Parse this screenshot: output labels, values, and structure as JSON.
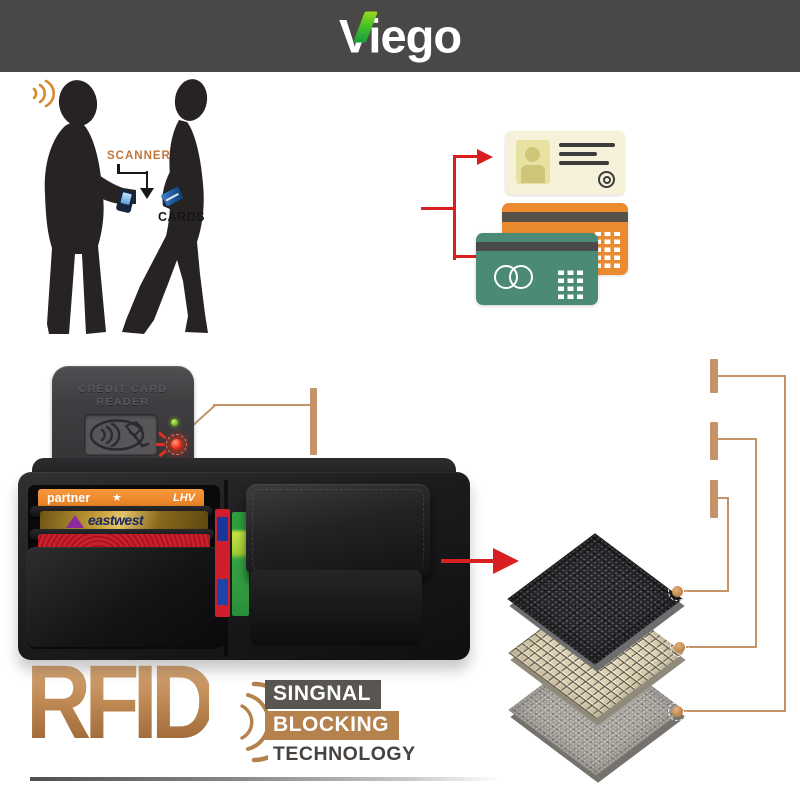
{
  "header": {
    "logo_text": "Viego",
    "bg_color": "#4a4747",
    "logo_green": "#47c228"
  },
  "scanner_scene": {
    "scanner_label": "SCANNER",
    "cards_label": "CARDS",
    "label_color": "#c1763c"
  },
  "reader": {
    "label_line1": "CREDIT CARD",
    "label_line2": "READER",
    "led_green": "#68b31c",
    "led_red": "#f03018"
  },
  "wallet": {
    "card_orange": {
      "name": "partner",
      "star": "★",
      "issuer": "LHV",
      "color": "#ec8a30"
    },
    "card_gold": {
      "name": "eastwest",
      "color": "#c7a13b"
    },
    "card_red": {
      "color": "#c9202c"
    }
  },
  "rfid_branding": {
    "title": "RFID",
    "tag1": "SINGNAL",
    "tag2": "BLOCKING",
    "tag3": "TECHNOLOGY",
    "copper": "#b5824e"
  },
  "accents": {
    "arrow_red": "#d91f1f",
    "callout_tan": "#c49468",
    "id_card_bg": "#f6f2d9",
    "credit_card_orange": "#ec8a30",
    "credit_card_teal": "#4b8a75"
  }
}
